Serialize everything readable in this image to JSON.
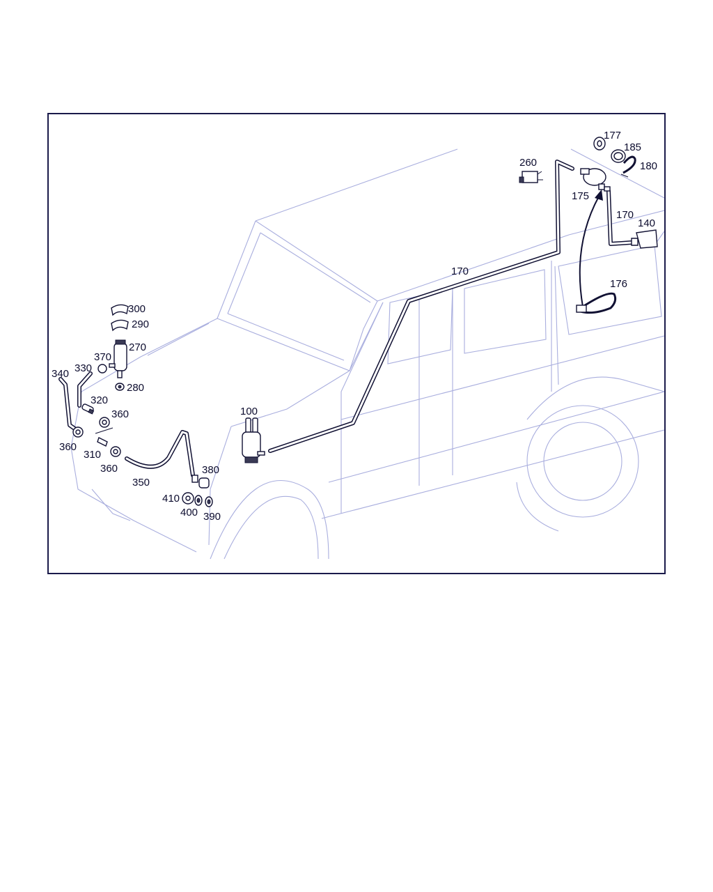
{
  "diagram": {
    "labels": {
      "p100": "100",
      "p140": "140",
      "p170a": "170",
      "p170b": "170",
      "p175": "175",
      "p176": "176",
      "p177": "177",
      "p180": "180",
      "p185": "185",
      "p260": "260",
      "p270": "270",
      "p280": "280",
      "p290": "290",
      "p300": "300",
      "p310": "310",
      "p320": "320",
      "p330": "330",
      "p340": "340",
      "p350": "350",
      "p360a": "360",
      "p360b": "360",
      "p360c": "360",
      "p370": "370",
      "p380": "380",
      "p390": "390",
      "p400": "400",
      "p410": "410"
    },
    "colors": {
      "outline": "#a9aede",
      "parts": "#111133",
      "frame": "#1a1a4a"
    }
  }
}
